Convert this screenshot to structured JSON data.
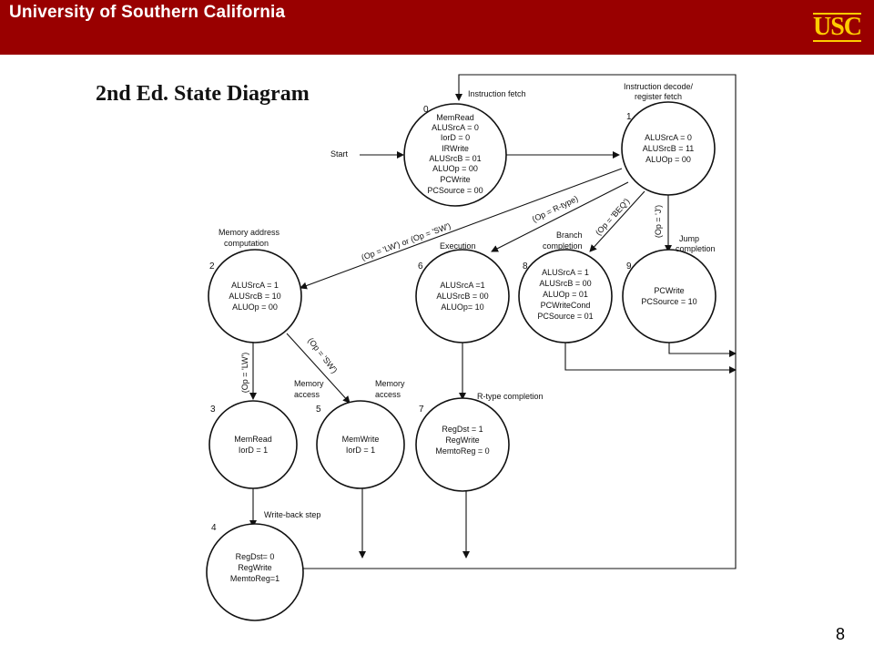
{
  "header": {
    "university": "University of Southern California",
    "logo": "USC"
  },
  "title": "2nd Ed. State Diagram",
  "page_number": "8",
  "states": [
    {
      "id": "0",
      "lines": [
        "MemRead",
        "ALUSrcA = 0",
        "IorD = 0",
        "IRWrite",
        "ALUSrcB = 01",
        "ALUOp = 00",
        "PCWrite",
        "PCSource = 00"
      ]
    },
    {
      "id": "1",
      "lines": [
        "ALUSrcA = 0",
        "ALUSrcB = 11",
        "ALUOp = 00"
      ]
    },
    {
      "id": "2",
      "lines": [
        "ALUSrcA = 1",
        "ALUSrcB = 10",
        "ALUOp = 00"
      ]
    },
    {
      "id": "6",
      "lines": [
        "ALUSrcA =1",
        "ALUSrcB = 00",
        "ALUOp= 10"
      ]
    },
    {
      "id": "8",
      "lines": [
        "ALUSrcA = 1",
        "ALUSrcB = 00",
        "ALUOp = 01",
        "PCWriteCond",
        "PCSource = 01"
      ]
    },
    {
      "id": "9",
      "lines": [
        "PCWrite",
        "PCSource = 10"
      ]
    },
    {
      "id": "3",
      "lines": [
        "MemRead",
        "IorD = 1"
      ]
    },
    {
      "id": "5",
      "lines": [
        "MemWrite",
        "IorD = 1"
      ]
    },
    {
      "id": "7",
      "lines": [
        "RegDst = 1",
        "RegWrite",
        "MemtoReg = 0"
      ]
    },
    {
      "id": "4",
      "lines": [
        "RegDst= 0",
        "RegWrite",
        "MemtoReg=1"
      ]
    }
  ],
  "labels": {
    "instruction_fetch": "Instruction fetch",
    "decode_1": "Instruction decode/",
    "decode_2": "register fetch",
    "start": "Start",
    "mem_addr_1": "Memory address",
    "mem_addr_2": "computation",
    "execution": "Execution",
    "branch_1": "Branch",
    "branch_2": "completion",
    "jump_1": "Jump",
    "jump_2": "completion",
    "mem_access_3a": "Memory",
    "mem_access_3b": "access",
    "mem_access_5a": "Memory",
    "mem_access_5b": "access",
    "rtype_completion": "R-type completion",
    "write_back": "Write-back step"
  },
  "conditions": {
    "lw_or_sw": "(Op = 'LW') or (Op = 'SW')",
    "rtype": "(Op = R-type)",
    "beq": "(Op = 'BEQ')",
    "jump": "(Op = 'J')",
    "lw": "(Op = 'LW')",
    "sw": "(Op = 'SW')"
  }
}
